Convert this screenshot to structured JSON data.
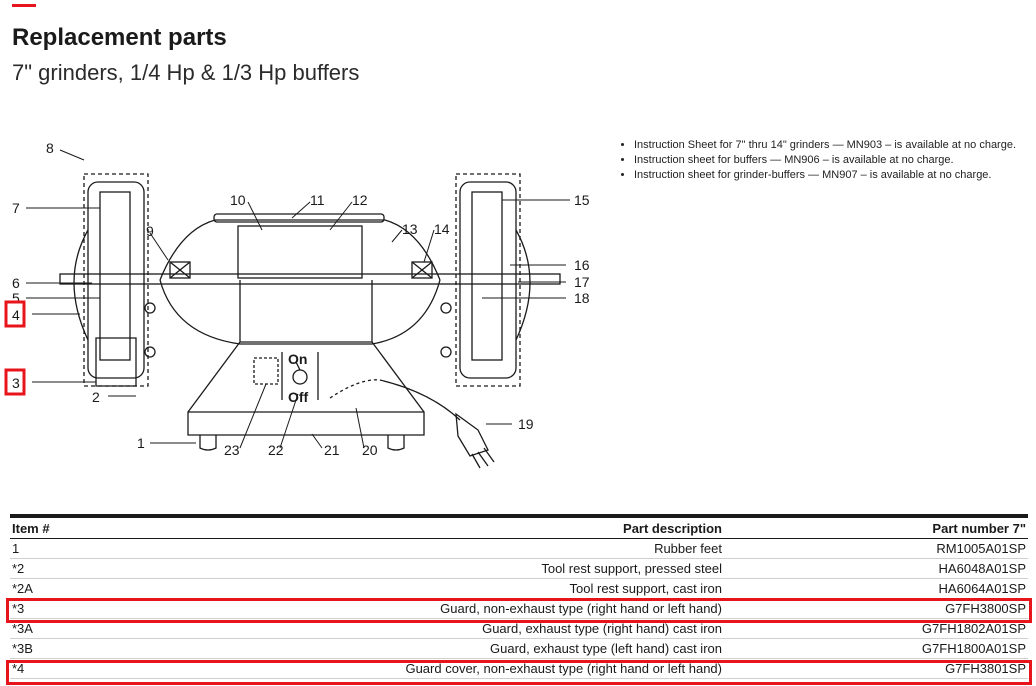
{
  "header": {
    "title": "Replacement parts",
    "subtitle": "7\" grinders, 1/4 Hp & 1/3 Hp buffers"
  },
  "notes": [
    "Instruction Sheet for 7\" thru 14\" grinders — MN903 – is available at no charge.",
    "Instruction sheet for buffers — MN906 – is available at no charge.",
    "Instruction sheet for grinder-buffers  — MN907 – is available at no charge."
  ],
  "diagram": {
    "callouts": [
      "1",
      "2",
      "3",
      "4",
      "5",
      "6",
      "7",
      "8",
      "9",
      "10",
      "11",
      "12",
      "13",
      "14",
      "15",
      "16",
      "17",
      "18",
      "19",
      "20",
      "21",
      "22",
      "23"
    ],
    "switch_on": "On",
    "switch_off": "Off"
  },
  "table": {
    "headers": [
      "Item #",
      "Part description",
      "Part number 7\""
    ],
    "rows": [
      [
        "1",
        "Rubber feet",
        "RM1005A01SP"
      ],
      [
        "*2",
        "Tool rest support, pressed steel",
        "HA6048A01SP"
      ],
      [
        "*2A",
        "Tool rest support, cast iron",
        "HA6064A01SP"
      ],
      [
        "*3",
        "Guard, non-exhaust type (right hand or left hand)",
        "G7FH3800SP"
      ],
      [
        "*3A",
        "Guard, exhaust type (right hand) cast iron",
        "G7FH1802A01SP"
      ],
      [
        "*3B",
        "Guard, exhaust type (left hand) cast iron",
        "G7FH1800A01SP"
      ],
      [
        "*4",
        "Guard cover, non-exhaust type (right hand or left hand)",
        "G7FH3801SP"
      ]
    ]
  },
  "colors": {
    "accent": "#e8141c",
    "text": "#1a1a1a"
  }
}
